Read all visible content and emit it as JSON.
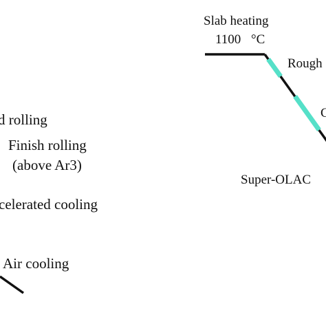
{
  "colors": {
    "line": "#111111",
    "cooling_segment": "#55e0c8",
    "background": "#ffffff"
  },
  "left_panel": {
    "rolling_fragment": "d rolling",
    "finish_rolling": "Finish rolling",
    "above_ar3": "(above Ar3)",
    "accelerated_cooling_fragment": "celerated cooling",
    "air_cooling": "Air cooling"
  },
  "right_panel": {
    "slab_heating": "Slab heating",
    "temperature_value": "1100",
    "temperature_unit": "°C",
    "rough_fragment": "Rough",
    "c_fragment": "C",
    "super_olac_fragment": "Super-OLAC"
  }
}
